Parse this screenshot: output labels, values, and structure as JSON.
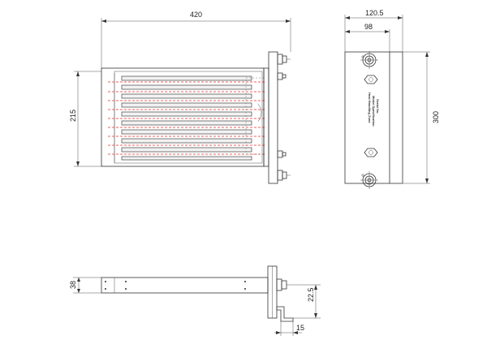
{
  "drawing": {
    "dimensions": {
      "overall_length": "420",
      "height_front": "215",
      "depth_total": "120.5",
      "depth_plate": "98",
      "plate_height": "300",
      "bracket_height": "38",
      "foot_height": "22.5",
      "foot_width": "15"
    },
    "nameplate": {
      "line1": "Heat Handling Zone",
      "line2": "Model Specification",
      "line3": "Serial No."
    }
  }
}
